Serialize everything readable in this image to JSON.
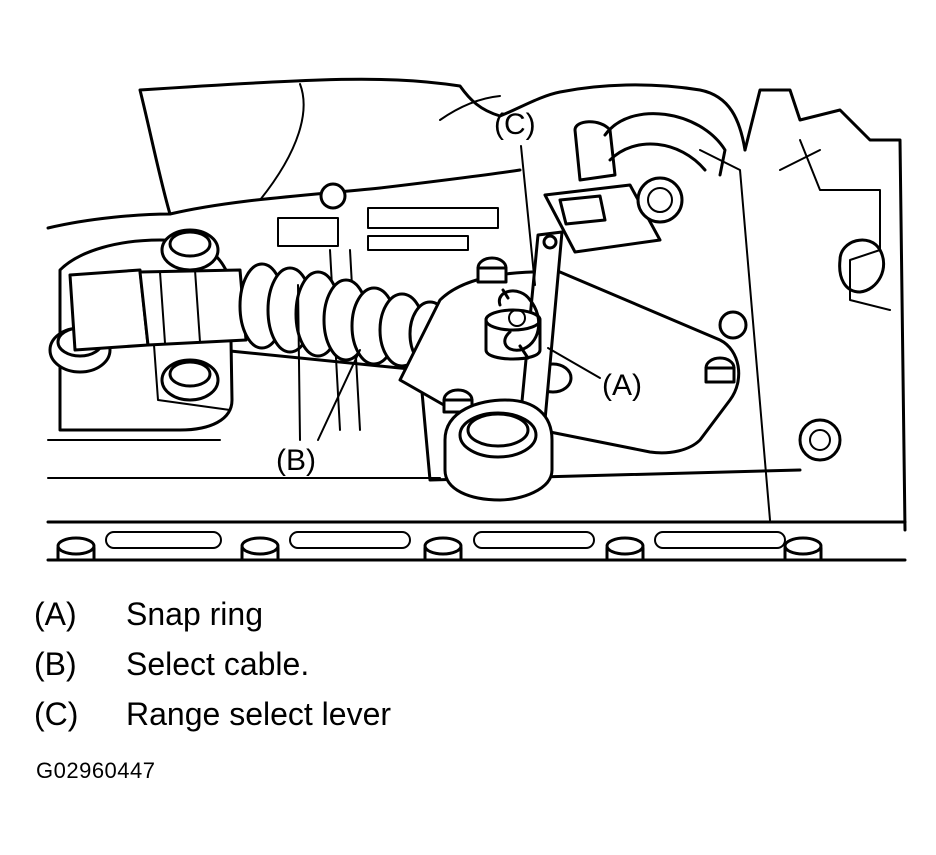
{
  "callouts": {
    "a": "(A)",
    "b": "(B)",
    "c": "(C)"
  },
  "legend": [
    {
      "key": "(A)",
      "description": "Snap ring"
    },
    {
      "key": "(B)",
      "description": "Select cable."
    },
    {
      "key": "(C)",
      "description": "Range select lever"
    }
  ],
  "figure_code": "G02960447"
}
